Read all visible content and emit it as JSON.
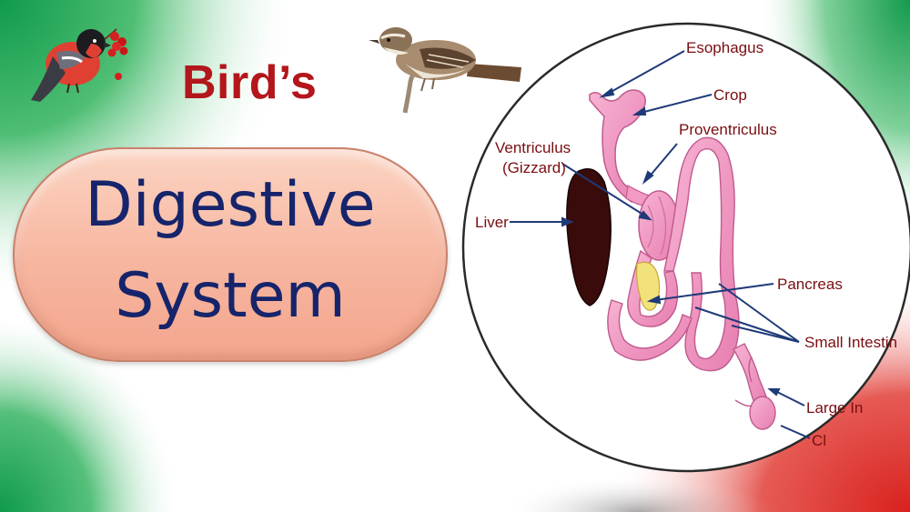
{
  "title": {
    "line1": "Bird’s",
    "line2": "Digestive",
    "line3": "System"
  },
  "labels": {
    "esophagus": "Esophagus",
    "crop": "Crop",
    "proventriculus": "Proventriculus",
    "ventriculus": "Ventriculus",
    "gizzard": "(Gizzard)",
    "liver": "Liver",
    "pancreas": "Pancreas",
    "small_intestine": "Small Intestin",
    "large_intestine": "Large In",
    "cloaca": "Cl"
  },
  "colors": {
    "title_red": "#b3161b",
    "title_blue": "#16246b",
    "label_red": "#7a0e12",
    "pill_fill": "#f7b59f",
    "organ_pink": "#f29ac4",
    "liver": "#3a0b0b",
    "pointer": "#1f3a78",
    "bg_green": "#0f9a4a",
    "bg_red": "#d9211e"
  },
  "icons": [
    "bullfinch-bird-icon",
    "sparrow-bird-icon"
  ]
}
